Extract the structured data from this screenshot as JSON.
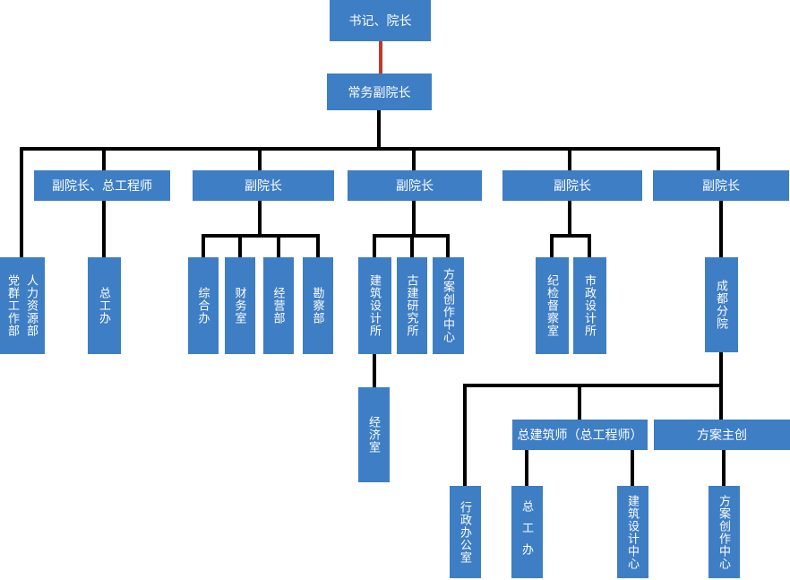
{
  "diagram": {
    "type": "organization-chart",
    "colors": {
      "node_fill": "#3E7EC4",
      "node_text": "#FFFFFF",
      "connector": "#000000",
      "top_connector": "#C0392B"
    },
    "nodes": {
      "president": {
        "label": "书记、院长"
      },
      "exec_vp": {
        "label": "常务副院长"
      },
      "vp_chief_engineer": {
        "label": "副院长、总工程师"
      },
      "vp_a": {
        "label": "副院长"
      },
      "vp_b": {
        "label": "副院长"
      },
      "vp_c": {
        "label": "副院长"
      },
      "vp_d": {
        "label": "副院长"
      },
      "party_mass_dept": {
        "label": "党群工作部"
      },
      "hr_dept": {
        "label": "人力资源部"
      },
      "chief_eng_office": {
        "label": "总工办"
      },
      "general_office": {
        "label": "综合办"
      },
      "finance_office": {
        "label": "财务室"
      },
      "business_dept": {
        "label": "经营部"
      },
      "survey_dept": {
        "label": "勘察部"
      },
      "arch_design_institute": {
        "label": "建筑设计所"
      },
      "ancient_arch_institute": {
        "label": "古建研究所"
      },
      "scheme_creation_center": {
        "label": "方案创作中心"
      },
      "economy_office": {
        "label": "经济室"
      },
      "discipline_office": {
        "label": "纪检督察室"
      },
      "municipal_design_institute": {
        "label": "市政设计所"
      },
      "chengdu_branch": {
        "label": "成都分院"
      },
      "chief_architect": {
        "label": "总建筑师（总工程师）"
      },
      "scheme_lead": {
        "label": "方案主创"
      },
      "admin_office": {
        "label": "行政办公室"
      },
      "branch_chief_eng_office": {
        "label": "总工办"
      },
      "arch_design_center": {
        "label": "建筑设计中心"
      },
      "branch_scheme_creation_center": {
        "label": "方案创作中心"
      }
    },
    "edges": [
      {
        "from": "president",
        "to": "exec_vp",
        "highlight": true
      },
      {
        "from": "exec_vp",
        "to": "party_mass_dept"
      },
      {
        "from": "exec_vp",
        "to": "hr_dept"
      },
      {
        "from": "exec_vp",
        "to": "vp_chief_engineer"
      },
      {
        "from": "exec_vp",
        "to": "vp_a"
      },
      {
        "from": "exec_vp",
        "to": "vp_b"
      },
      {
        "from": "exec_vp",
        "to": "vp_c"
      },
      {
        "from": "exec_vp",
        "to": "vp_d"
      },
      {
        "from": "vp_chief_engineer",
        "to": "chief_eng_office"
      },
      {
        "from": "vp_a",
        "to": "general_office"
      },
      {
        "from": "vp_a",
        "to": "finance_office"
      },
      {
        "from": "vp_a",
        "to": "business_dept"
      },
      {
        "from": "vp_a",
        "to": "survey_dept"
      },
      {
        "from": "vp_b",
        "to": "arch_design_institute"
      },
      {
        "from": "vp_b",
        "to": "ancient_arch_institute"
      },
      {
        "from": "vp_b",
        "to": "scheme_creation_center"
      },
      {
        "from": "arch_design_institute",
        "to": "economy_office"
      },
      {
        "from": "vp_c",
        "to": "discipline_office"
      },
      {
        "from": "vp_c",
        "to": "municipal_design_institute"
      },
      {
        "from": "vp_d",
        "to": "chengdu_branch"
      },
      {
        "from": "chengdu_branch",
        "to": "admin_office"
      },
      {
        "from": "chengdu_branch",
        "to": "chief_architect"
      },
      {
        "from": "chengdu_branch",
        "to": "scheme_lead"
      },
      {
        "from": "chief_architect",
        "to": "branch_chief_eng_office"
      },
      {
        "from": "chief_architect",
        "to": "arch_design_center"
      },
      {
        "from": "scheme_lead",
        "to": "branch_scheme_creation_center"
      }
    ]
  }
}
